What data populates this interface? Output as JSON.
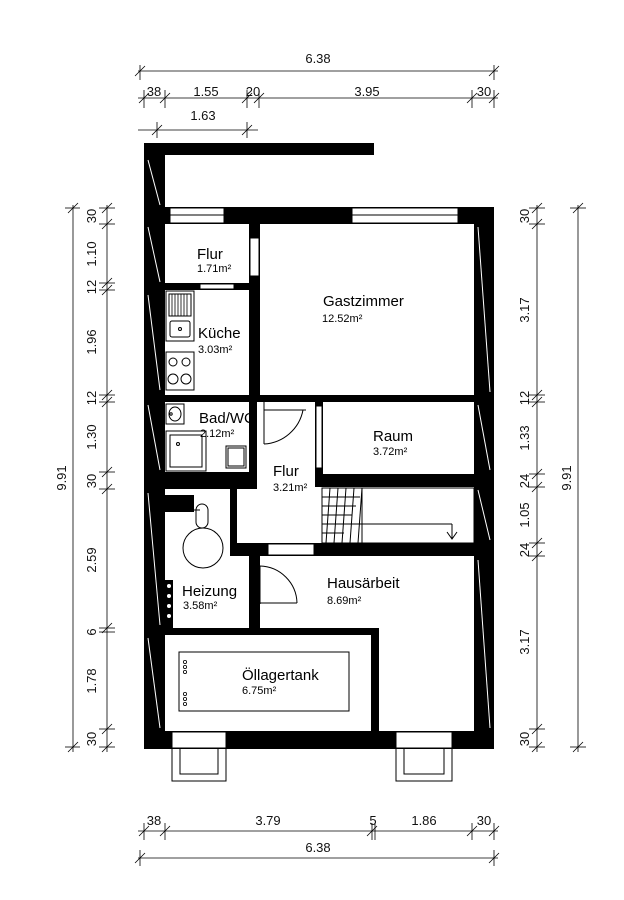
{
  "title": "",
  "dimensions": {
    "top_total": "6.38",
    "top_parts": [
      "38",
      "1.55",
      "20",
      "3.95",
      "30"
    ],
    "top_sub": "1.63",
    "bottom_parts": [
      "38",
      "3.79",
      "5",
      "1.86",
      "30"
    ],
    "bottom_total": "6.38",
    "left_parts": [
      "30",
      "1.10",
      "12",
      "1.96",
      "12",
      "1.30",
      "30",
      "2.59",
      "6",
      "1.78",
      "30"
    ],
    "left_total": "9.91",
    "right_parts": [
      "30",
      "3.17",
      "12",
      "1.33",
      "24",
      "1.05",
      "24",
      "3.17",
      "30"
    ],
    "right_total": "9.91"
  },
  "rooms": {
    "flur_top": {
      "name": "Flur",
      "area": "1.71m²"
    },
    "kueche": {
      "name": "Küche",
      "area": "3.03m²"
    },
    "gastzimmer": {
      "name": "Gastzimmer",
      "area": "12.52m²"
    },
    "bad": {
      "name": "Bad/WC",
      "area": "2.12m²"
    },
    "raum": {
      "name": "Raum",
      "area": "3.72m²"
    },
    "flur_mid": {
      "name": "Flur",
      "area": "3.21m²"
    },
    "heizung": {
      "name": "Heizung",
      "area": "3.58m²"
    },
    "hausarbeit": {
      "name": "Hausärbeit",
      "area": "8.69m²"
    },
    "oellager": {
      "name": "Öllagertank",
      "area": "6.75m²"
    }
  }
}
